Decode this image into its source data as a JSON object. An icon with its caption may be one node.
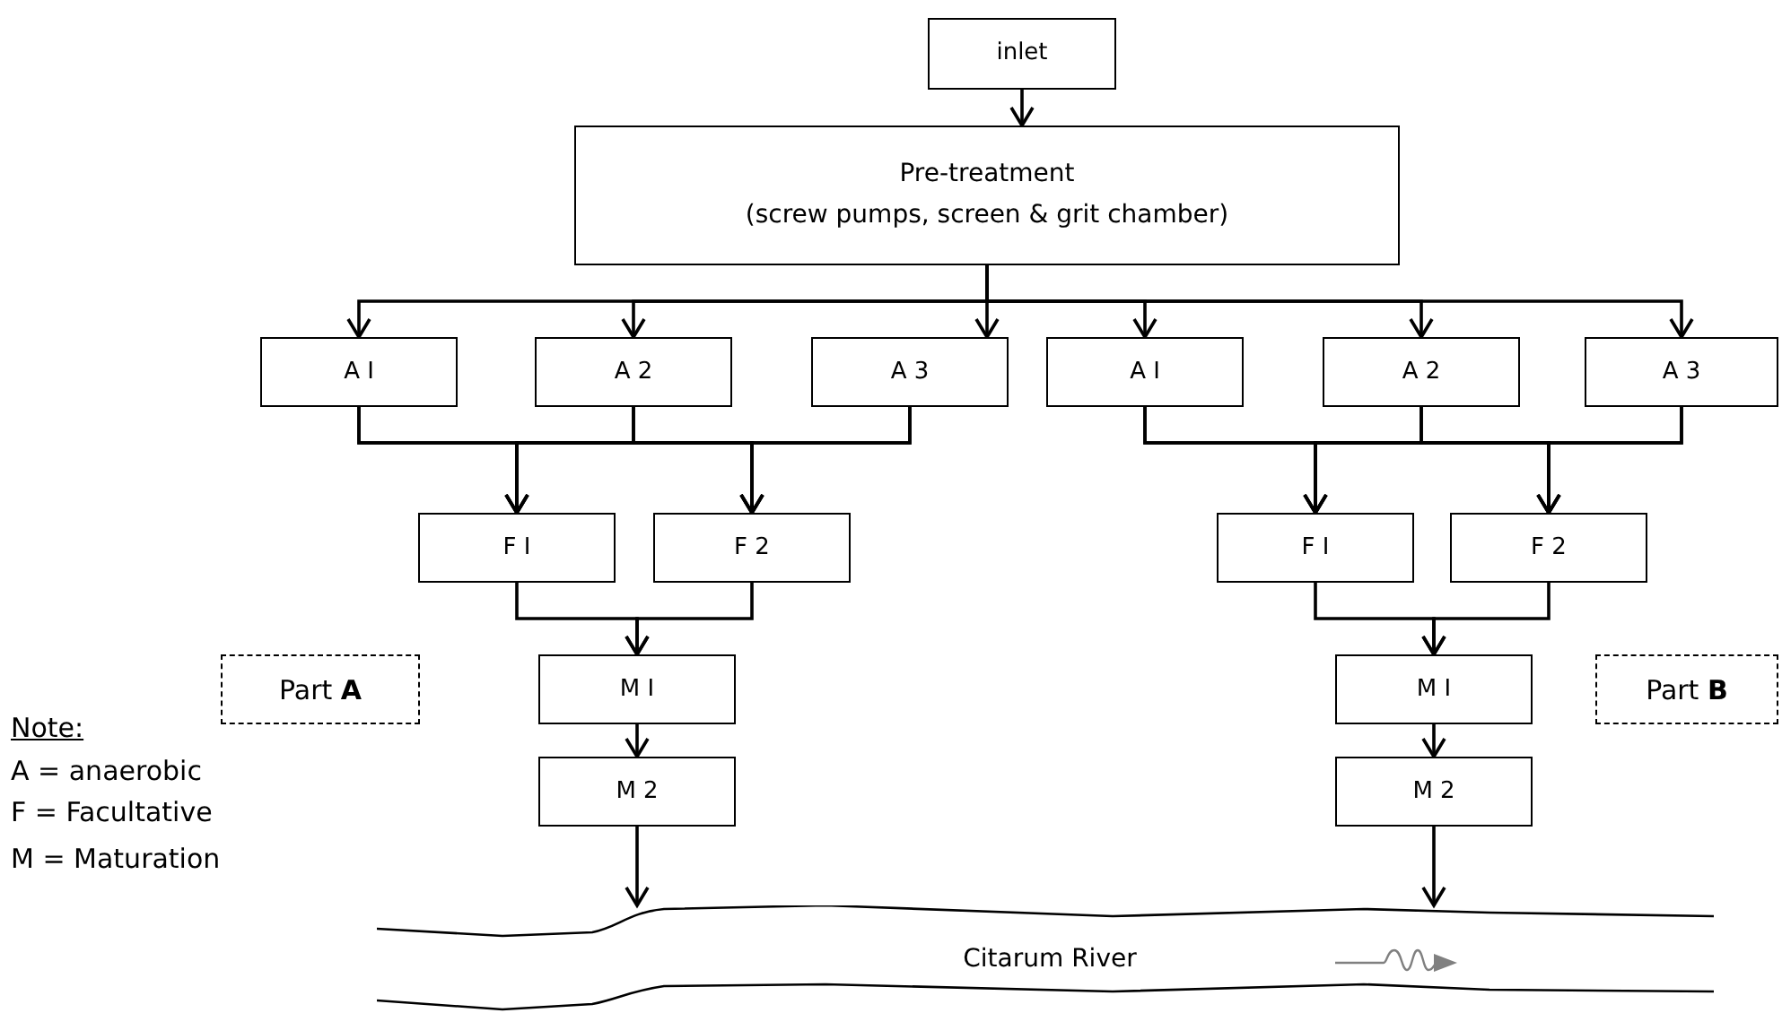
{
  "diagram": {
    "nodes": [
      {
        "text": [
          "inlet"
        ]
      },
      {
        "text": [
          "Pre-treatment",
          "(screw pumps, screen & grit chamber)"
        ]
      },
      {
        "text": [
          "A I"
        ]
      },
      {
        "text": [
          "A 2"
        ]
      },
      {
        "text": [
          "A 3"
        ]
      },
      {
        "text": [
          "A I"
        ]
      },
      {
        "text": [
          "A 2"
        ]
      },
      {
        "text": [
          "A 3"
        ]
      },
      {
        "text": [
          "F I"
        ]
      },
      {
        "text": [
          "F 2"
        ]
      },
      {
        "text": [
          "F I"
        ]
      },
      {
        "text": [
          "F 2"
        ]
      },
      {
        "text": [
          "Part **A**"
        ]
      },
      {
        "text": [
          "M I"
        ]
      },
      {
        "text": [
          "M I"
        ]
      },
      {
        "text": [
          "Part **B**"
        ]
      },
      {
        "text": [
          "M 2"
        ]
      },
      {
        "text": [
          "M 2"
        ]
      },
      {
        "text": [
          "Citarum River"
        ]
      }
    ],
    "edges": [
      {
        "from": 0,
        "to": 1,
        "arrow": "to"
      },
      {
        "from": 1,
        "to": 2,
        "arrow": "to"
      },
      {
        "from": 1,
        "to": 3,
        "arrow": "to"
      },
      {
        "from": 1,
        "to": 4,
        "arrow": "to"
      },
      {
        "from": 1,
        "to": 5,
        "arrow": "to"
      },
      {
        "from": 1,
        "to": 6,
        "arrow": "to"
      },
      {
        "from": 1,
        "to": 7,
        "arrow": "to"
      },
      {
        "from": 2,
        "to": 8,
        "arrow": "to"
      },
      {
        "from": 2,
        "to": 9,
        "arrow": "to"
      },
      {
        "from": 3,
        "to": 8,
        "arrow": "to"
      },
      {
        "from": 3,
        "to": 9,
        "arrow": "to"
      },
      {
        "from": 4,
        "to": 8,
        "arrow": "to"
      },
      {
        "from": 4,
        "to": 9,
        "arrow": "to"
      },
      {
        "from": 5,
        "to": 10,
        "arrow": "to"
      },
      {
        "from": 5,
        "to": 11,
        "arrow": "to"
      },
      {
        "from": 6,
        "to": 10,
        "arrow": "to"
      },
      {
        "from": 6,
        "to": 11,
        "arrow": "to"
      },
      {
        "from": 7,
        "to": 10,
        "arrow": "to"
      },
      {
        "from": 7,
        "to": 11,
        "arrow": "to"
      },
      {
        "from": 8,
        "to": 13,
        "arrow": "to"
      },
      {
        "from": 9,
        "to": 13,
        "arrow": "to"
      },
      {
        "from": 10,
        "to": 14,
        "arrow": "to"
      },
      {
        "from": 11,
        "to": 14,
        "arrow": "to"
      },
      {
        "from": 13,
        "to": 16,
        "arrow": "to"
      },
      {
        "from": 14,
        "to": 17,
        "arrow": "to"
      },
      {
        "from": 16,
        "to": 18,
        "arrow": "to"
      },
      {
        "from": 17,
        "to": 18,
        "arrow": "to"
      }
    ],
    "labels": [
      "Note:",
      "A = anaerobic",
      "F = Facultative",
      "M = Maturation"
    ]
  }
}
